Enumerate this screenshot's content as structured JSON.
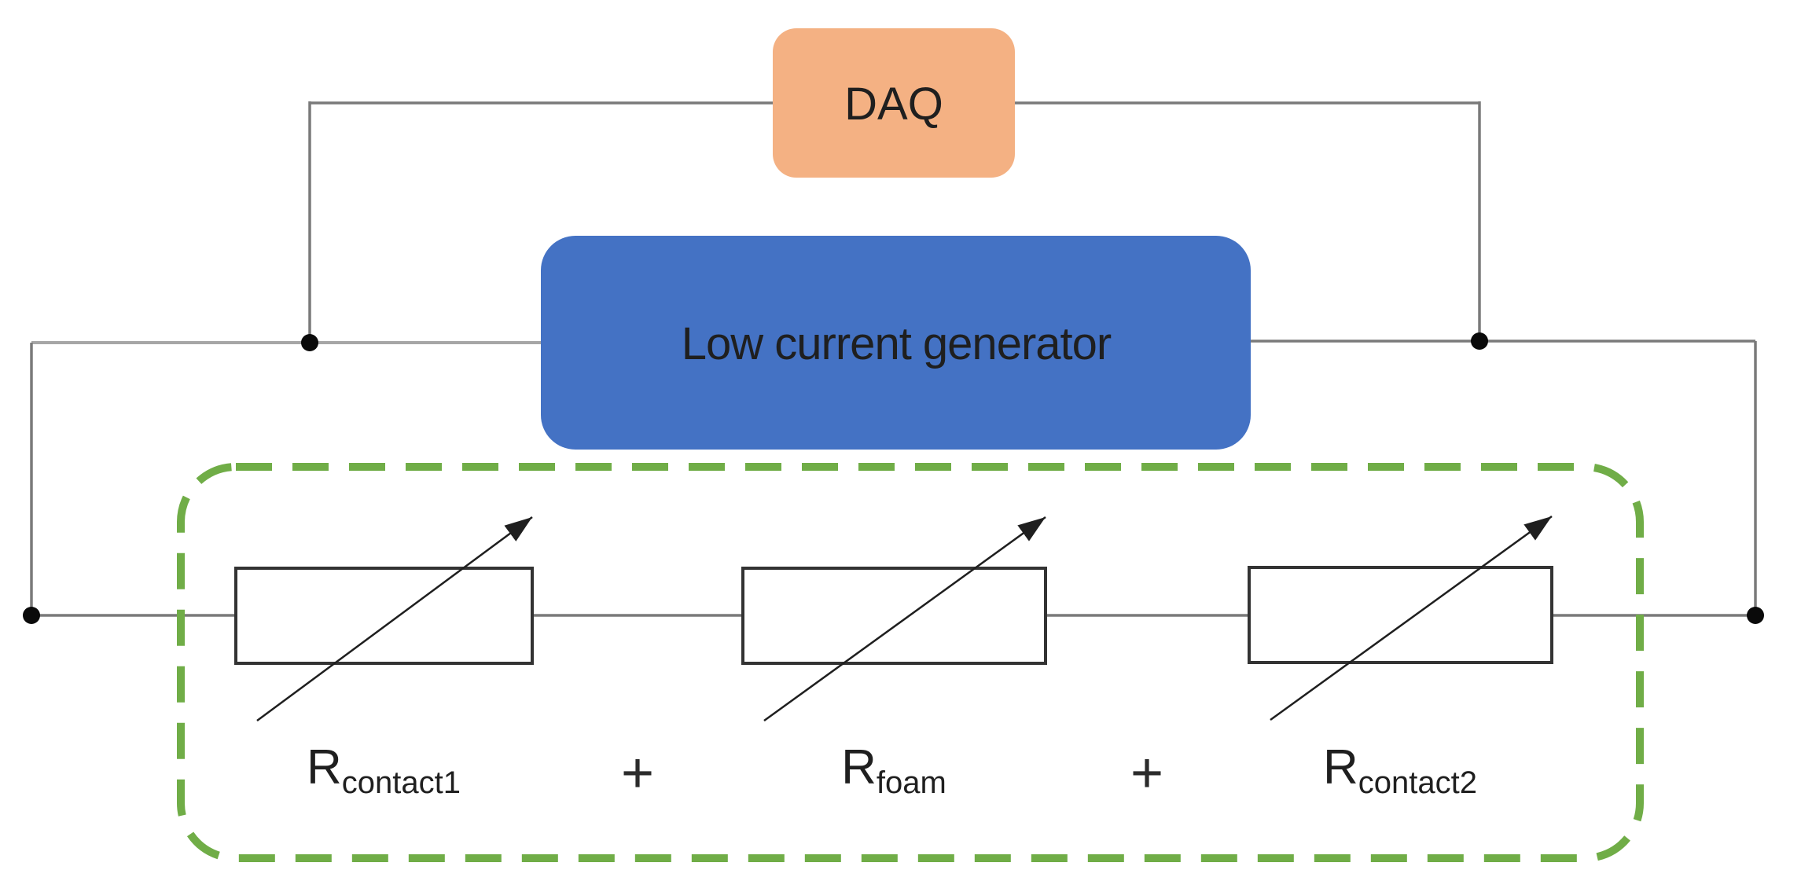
{
  "diagram": {
    "title_blocks": {
      "daq": {
        "label": "DAQ",
        "fill": "#F4B183"
      },
      "generator": {
        "label": "Low current generator",
        "fill": "#4472C4"
      }
    },
    "resistor_group": {
      "outline_color": "#70AD47",
      "resistors": [
        {
          "symbol": "R",
          "subscript": "contact1"
        },
        {
          "symbol": "R",
          "subscript": "foam"
        },
        {
          "symbol": "R",
          "subscript": "contact2"
        }
      ],
      "operators": [
        "+",
        "+"
      ]
    },
    "wire_color": "#7A7A7A",
    "wire_color_light": "#A6A6A6",
    "junction_color": "#0a0a0a",
    "resistor_border_color": "#333333"
  }
}
